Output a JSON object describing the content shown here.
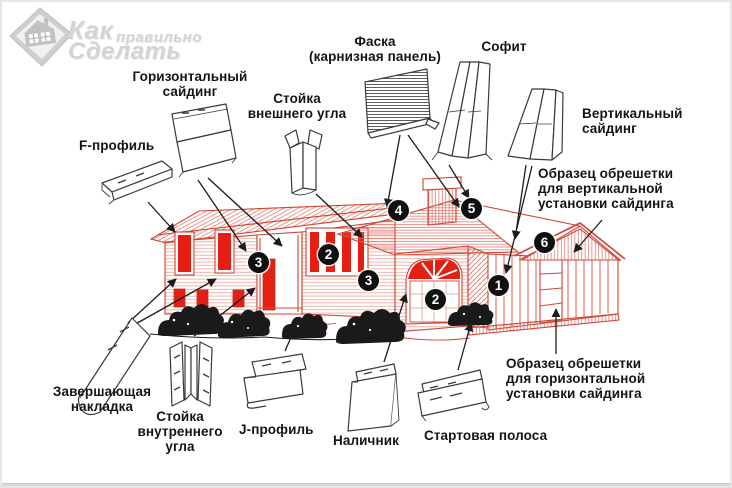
{
  "watermark": {
    "line1": "Как",
    "line2": "правильно",
    "line3": "Сделать"
  },
  "labels": {
    "horizontal_siding": "Горизонтальный\nсайдинг",
    "fascia": "Фаска\n(карнизная панель)",
    "soffit": "Софит",
    "vertical_siding": "Вертикальный\nсайдинг",
    "outer_corner_post": "Стойка\nвнешнего угла",
    "f_profile": "F-профиль",
    "lathing_vertical": "Образец обрешетки\nдля вертикальной\nустановки сайдинга",
    "lathing_horizontal": "Образец обрешетки\nдля горизонтальной\nустановки сайдинга",
    "finishing_strip": "Завершающая\nнакладка",
    "inner_corner_post": "Стойка\nвнутреннего\nугла",
    "j_profile": "J-профиль",
    "casing": "Наличник",
    "starting_strip": "Стартовая полоса"
  },
  "markers": {
    "entrance": "3",
    "windows": "2",
    "mid": "3",
    "fascia": "4",
    "soffit": "5",
    "gable": "6",
    "corner": "1",
    "garage": "2"
  },
  "colors": {
    "house_outline": "#cf4434",
    "siding_lines": "#f0a093",
    "window_fill": "#e51f14",
    "marker_bg": "#101010",
    "label_text": "#141414",
    "watermark_text": "#d4d4d4",
    "footer_bar": "#d9d9d9"
  }
}
